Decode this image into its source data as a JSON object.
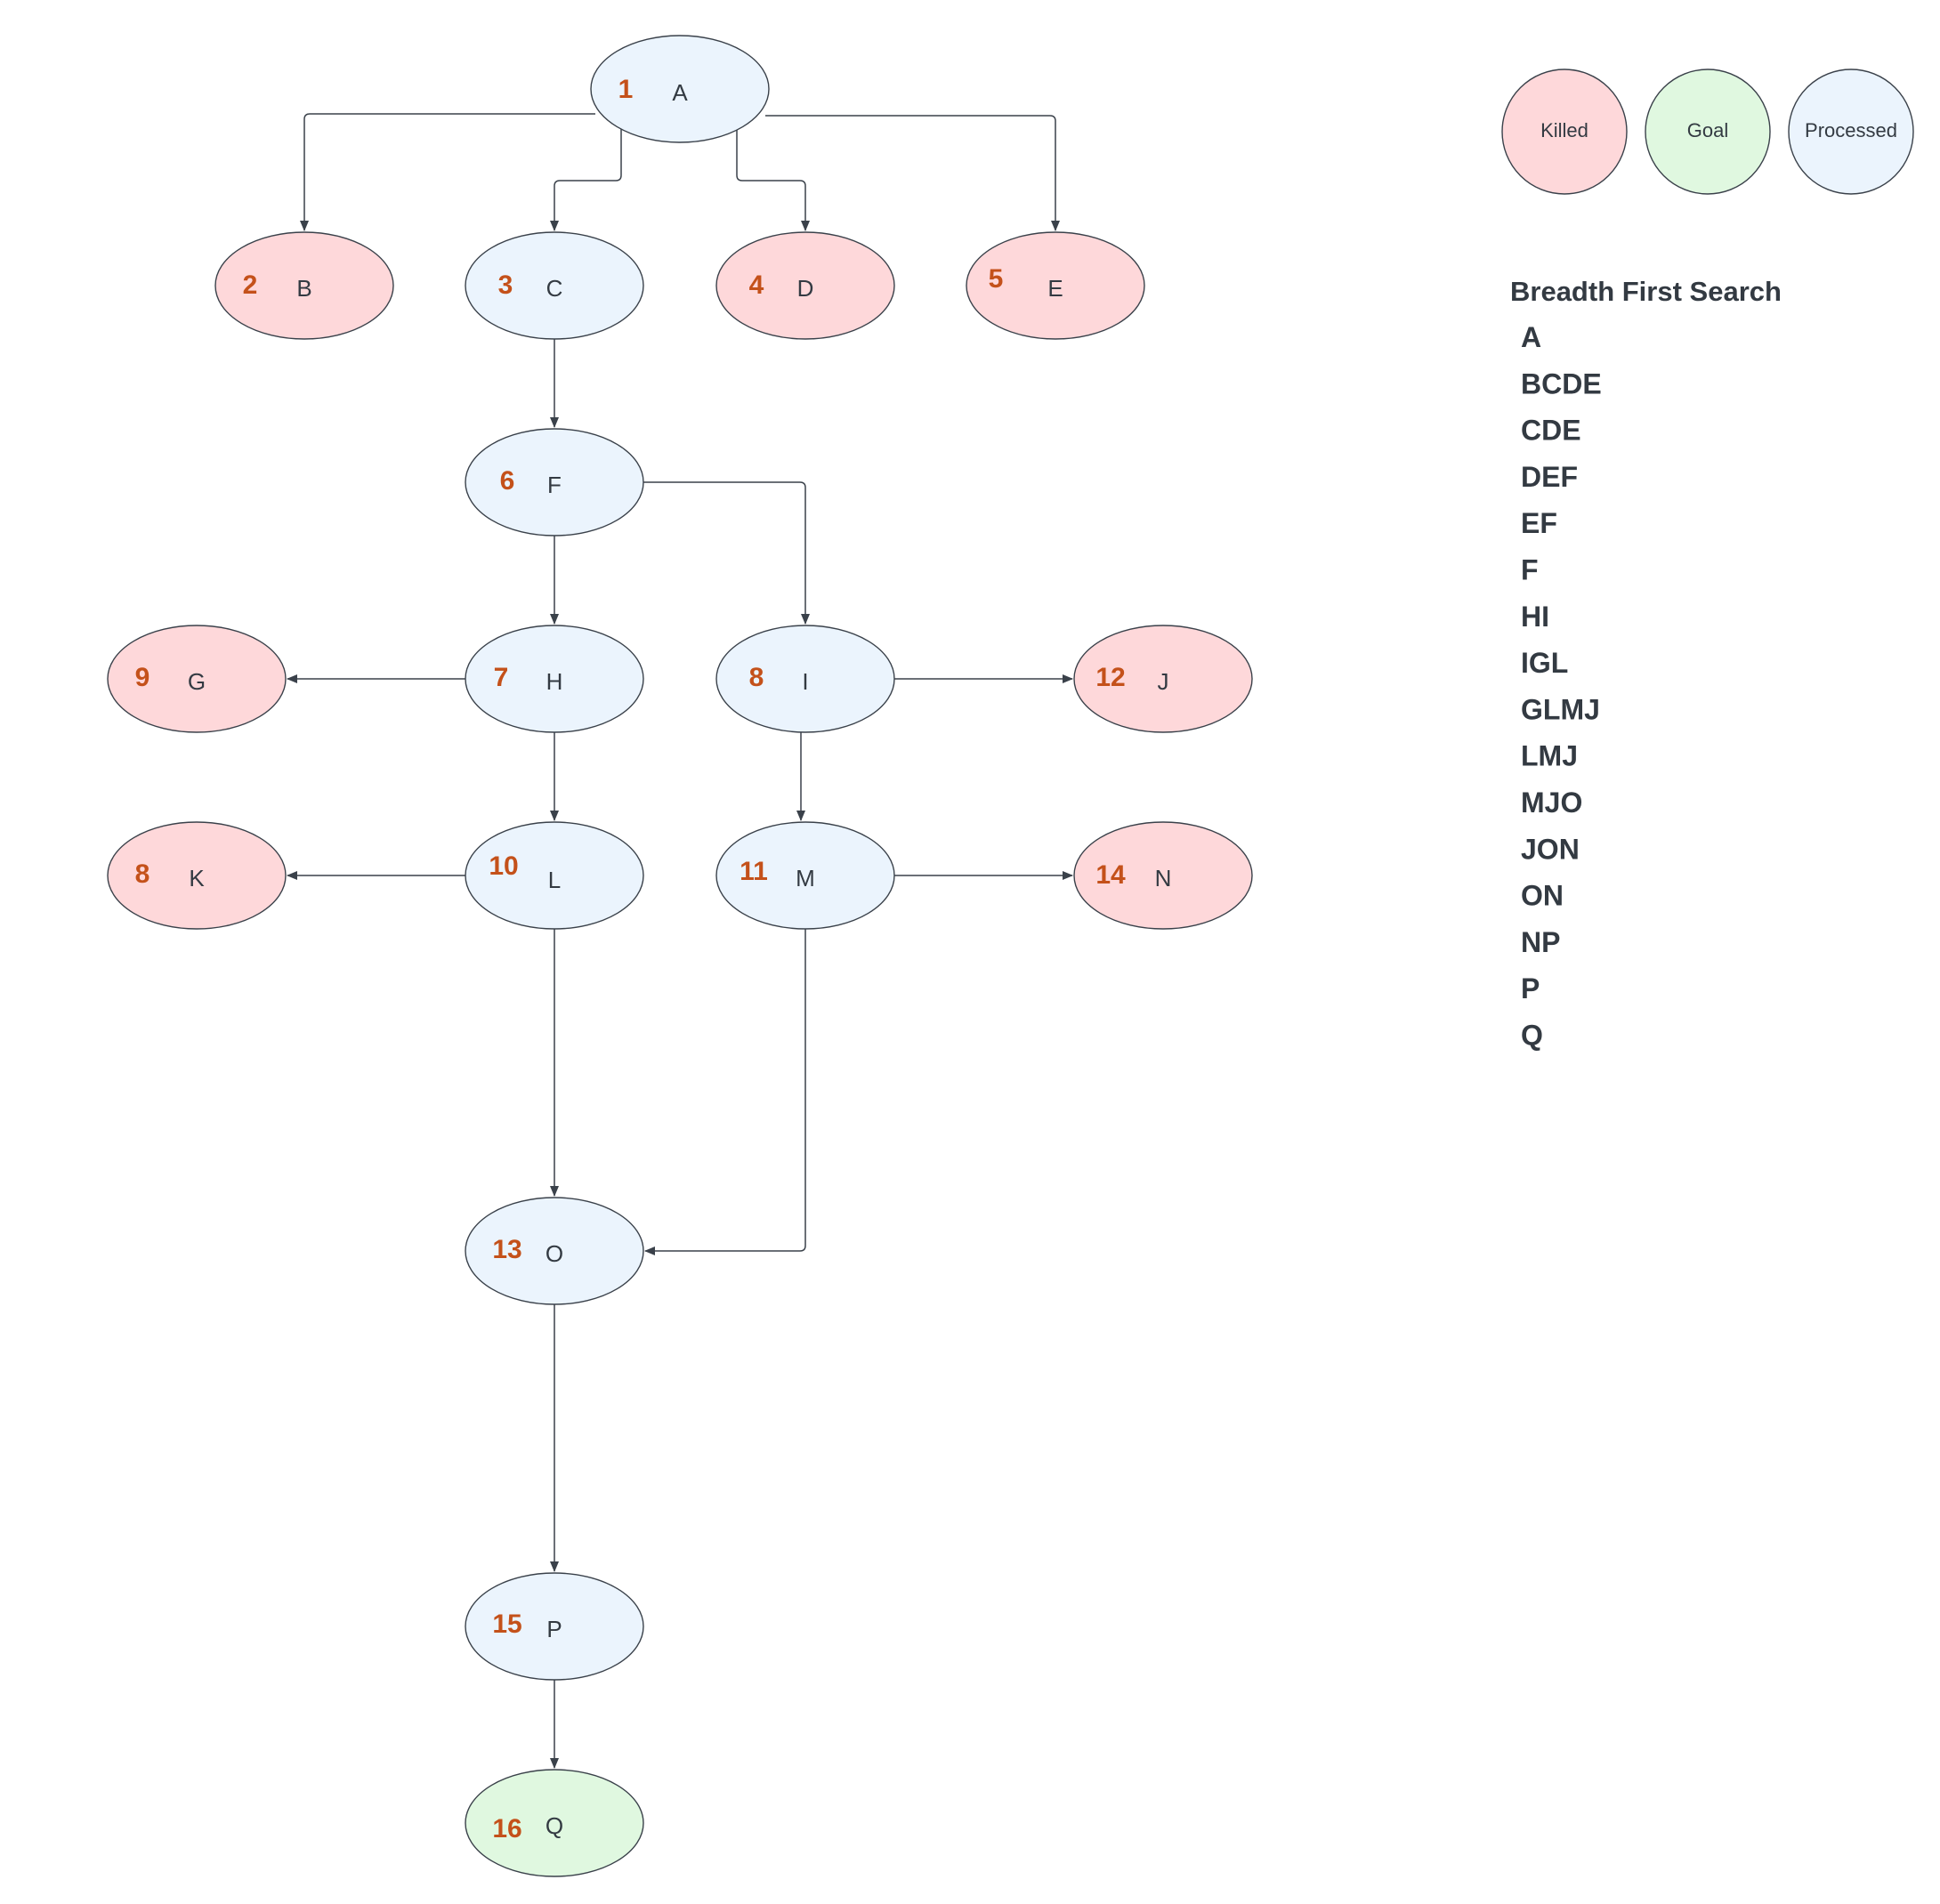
{
  "colors": {
    "killed": "#fed8da",
    "goal": "#e0f8e0",
    "processed": "#ebf4fd",
    "stroke": "#3a414a",
    "number": "#c4511a",
    "text": "#333a42"
  },
  "legend": [
    {
      "id": "killed",
      "label": "Killed"
    },
    {
      "id": "goal",
      "label": "Goal"
    },
    {
      "id": "processed",
      "label": "Processed"
    }
  ],
  "nodes": [
    {
      "id": "A",
      "label": "A",
      "order": "1",
      "status": "processed"
    },
    {
      "id": "B",
      "label": "B",
      "order": "2",
      "status": "killed"
    },
    {
      "id": "C",
      "label": "C",
      "order": "3",
      "status": "processed"
    },
    {
      "id": "D",
      "label": "D",
      "order": "4",
      "status": "killed"
    },
    {
      "id": "E",
      "label": "E",
      "order": "5",
      "status": "killed"
    },
    {
      "id": "F",
      "label": "F",
      "order": "6",
      "status": "processed"
    },
    {
      "id": "G",
      "label": "G",
      "order": "9",
      "status": "killed"
    },
    {
      "id": "H",
      "label": "H",
      "order": "7",
      "status": "processed"
    },
    {
      "id": "I",
      "label": "I",
      "order": "8",
      "status": "processed"
    },
    {
      "id": "J",
      "label": "J",
      "order": "12",
      "status": "killed"
    },
    {
      "id": "K",
      "label": "K",
      "order": "8",
      "status": "killed"
    },
    {
      "id": "L",
      "label": "L",
      "order": "10",
      "status": "processed"
    },
    {
      "id": "M",
      "label": "M",
      "order": "11",
      "status": "processed"
    },
    {
      "id": "N",
      "label": "N",
      "order": "14",
      "status": "killed"
    },
    {
      "id": "O",
      "label": "O",
      "order": "13",
      "status": "processed"
    },
    {
      "id": "P",
      "label": "P",
      "order": "15",
      "status": "processed"
    },
    {
      "id": "Q",
      "label": "Q",
      "order": "16",
      "status": "goal"
    }
  ],
  "edges": [
    {
      "from": "A",
      "to": "B"
    },
    {
      "from": "A",
      "to": "C"
    },
    {
      "from": "A",
      "to": "D"
    },
    {
      "from": "A",
      "to": "E"
    },
    {
      "from": "C",
      "to": "F"
    },
    {
      "from": "F",
      "to": "H"
    },
    {
      "from": "F",
      "to": "I"
    },
    {
      "from": "H",
      "to": "G"
    },
    {
      "from": "H",
      "to": "L"
    },
    {
      "from": "I",
      "to": "J"
    },
    {
      "from": "I",
      "to": "M"
    },
    {
      "from": "L",
      "to": "K"
    },
    {
      "from": "L",
      "to": "O"
    },
    {
      "from": "M",
      "to": "N"
    },
    {
      "from": "M",
      "to": "O"
    },
    {
      "from": "O",
      "to": "P"
    },
    {
      "from": "P",
      "to": "Q"
    }
  ],
  "bfs": {
    "title": "Breadth First Search",
    "steps": [
      "A",
      "BCDE",
      "CDE",
      "DEF",
      "EF",
      "F",
      "HI",
      "IGL",
      "GLMJ",
      "LMJ",
      "MJO",
      "JON",
      "ON",
      "NP",
      "P",
      "Q"
    ]
  }
}
